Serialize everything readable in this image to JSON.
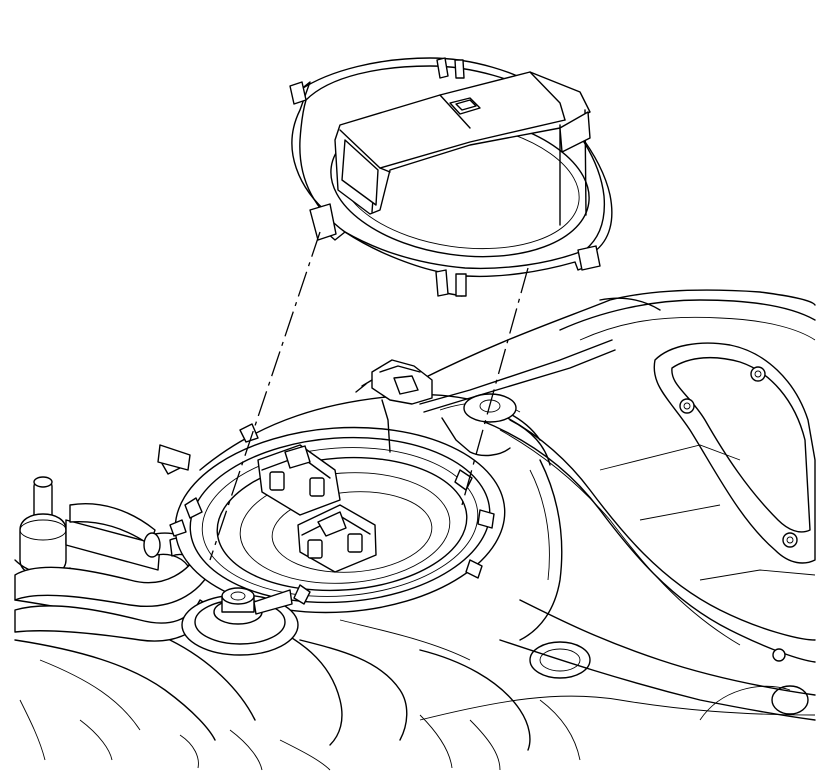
{
  "illustration": {
    "kind": "line-art",
    "subject_elements": [
      "fuel-sender-lock-ring-tool",
      "fuel-tank",
      "fuel-pump-module",
      "electrical-connectors",
      "fuel-lines",
      "evap-vent-fitting",
      "alignment-guide-lines"
    ]
  },
  "colors": {
    "stroke": "#000000",
    "background": "#ffffff"
  }
}
